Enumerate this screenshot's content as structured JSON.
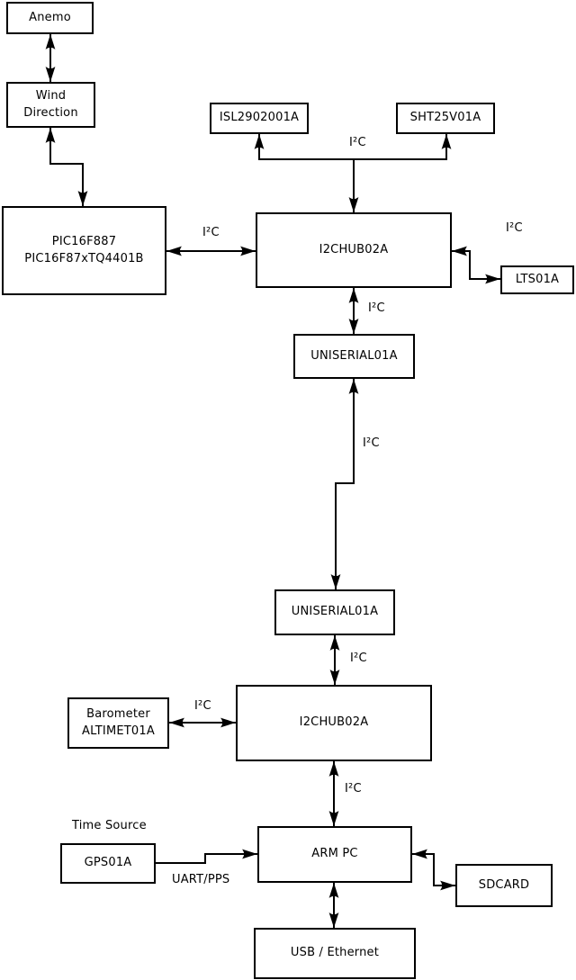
{
  "boxes": {
    "anemo": {
      "label": "Anemo"
    },
    "wind_direction": {
      "label": "Wind\nDirection"
    },
    "pic": {
      "label": "PIC16F887\nPIC16F87xTQ4401B"
    },
    "isl": {
      "label": "ISL2902001A"
    },
    "sht": {
      "label": "SHT25V01A"
    },
    "i2chub_top": {
      "label": "I2CHUB02A"
    },
    "lts": {
      "label": "LTS01A"
    },
    "uniserial_top": {
      "label": "UNISERIAL01A"
    },
    "uniserial_bottom": {
      "label": "UNISERIAL01A"
    },
    "i2chub_bottom": {
      "label": "I2CHUB02A"
    },
    "barometer": {
      "label": "Barometer\nALTIMET01A"
    },
    "gps": {
      "label": "GPS01A"
    },
    "arm_pc": {
      "label": "ARM PC"
    },
    "sdcard": {
      "label": "SDCARD"
    },
    "usb_ethernet": {
      "label": "USB / Ethernet"
    }
  },
  "labels": {
    "i2c": "I²C",
    "time_source": "Time Source",
    "uart_pps": "UART/PPS"
  },
  "colors": {
    "line": "#000000",
    "box_fill": "#ffffff",
    "box_border": "#000000",
    "text": "#000000",
    "background": "#ffffff"
  }
}
